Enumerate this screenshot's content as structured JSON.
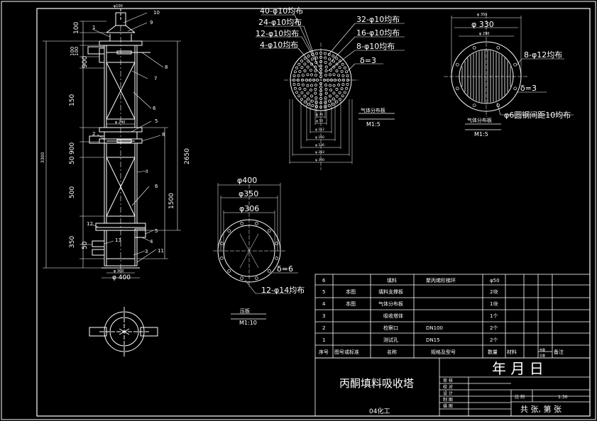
{
  "colors": {
    "background": "#000000",
    "lines": "#ffffff",
    "frame": "#ffffff"
  },
  "column": {
    "top_nozzle": "φ100",
    "left_dims": [
      "100",
      "100",
      "100",
      "900",
      "150",
      "50",
      "900",
      "500",
      "350",
      "50"
    ],
    "overall_height": "3300",
    "right_dims": [
      "2650",
      "1500"
    ],
    "mid_diameter": "φ 240",
    "bottom_diameters": [
      "φ 300",
      "φ 400"
    ],
    "dim_3": "3",
    "callouts": [
      "1",
      "2",
      "3",
      "4",
      "5",
      "6",
      "7",
      "8",
      "9",
      "10",
      "11",
      "12",
      "13"
    ]
  },
  "gas_plate_1": {
    "labels": [
      "40-φ10均布",
      "24-φ10均布",
      "12-φ10均布",
      "4-φ10均布",
      "32-φ10均布",
      "16-φ10均布",
      "8-φ10均布",
      "δ=3"
    ],
    "title": "气体分布板",
    "scale": "M1:5",
    "dims": [
      "φ 30",
      "φ 50",
      "φ 112",
      "φ 160",
      "φ 236",
      "φ 283",
      "φ 300"
    ]
  },
  "gas_plate_2": {
    "dims": [
      "φ 350",
      "φ 330",
      "φ 290"
    ],
    "labels": [
      "8-φ12均布",
      "δ=3",
      "φ6圆钢间距10均布"
    ],
    "title": "气体分布板",
    "scale": "M1:5"
  },
  "pressure_plate": {
    "dims": [
      "φ400",
      "φ350",
      "φ306"
    ],
    "labels": [
      "δ=6",
      "12-φ14均布"
    ],
    "title": "压板",
    "scale": "M1:10"
  },
  "bom": {
    "headers": [
      "序号",
      "图号或标准",
      "名称",
      "规格及型号",
      "数量",
      "材料",
      "单重",
      "总重",
      "备注"
    ],
    "rows": [
      {
        "no": "6",
        "std": "",
        "name": "填料",
        "spec": "聚丙烯阶梯环",
        "qty": "φ50"
      },
      {
        "no": "5",
        "std": "本图",
        "name": "填料支撑板",
        "spec": "",
        "qty": "2块"
      },
      {
        "no": "4",
        "std": "本图",
        "name": "气体分布板",
        "spec": "",
        "qty": "1块"
      },
      {
        "no": "3",
        "std": "",
        "name": "吸收塔体",
        "spec": "",
        "qty": "1个"
      },
      {
        "no": "2",
        "std": "",
        "name": "检察口",
        "spec": "DN100",
        "qty": "2个"
      },
      {
        "no": "1",
        "std": "",
        "name": "测试孔",
        "spec": "DN15",
        "qty": "2个"
      }
    ]
  },
  "title_block": {
    "drawing_title": "丙酮填料吸收塔",
    "class_label": "04化工",
    "date_label": "年    月    日",
    "roles": [
      "审 核",
      "校 对",
      "设 计",
      "制 图",
      "描 图"
    ],
    "scale_label": "比  例",
    "scale_value": "1:30",
    "sheet": "共  张, 第  张"
  }
}
